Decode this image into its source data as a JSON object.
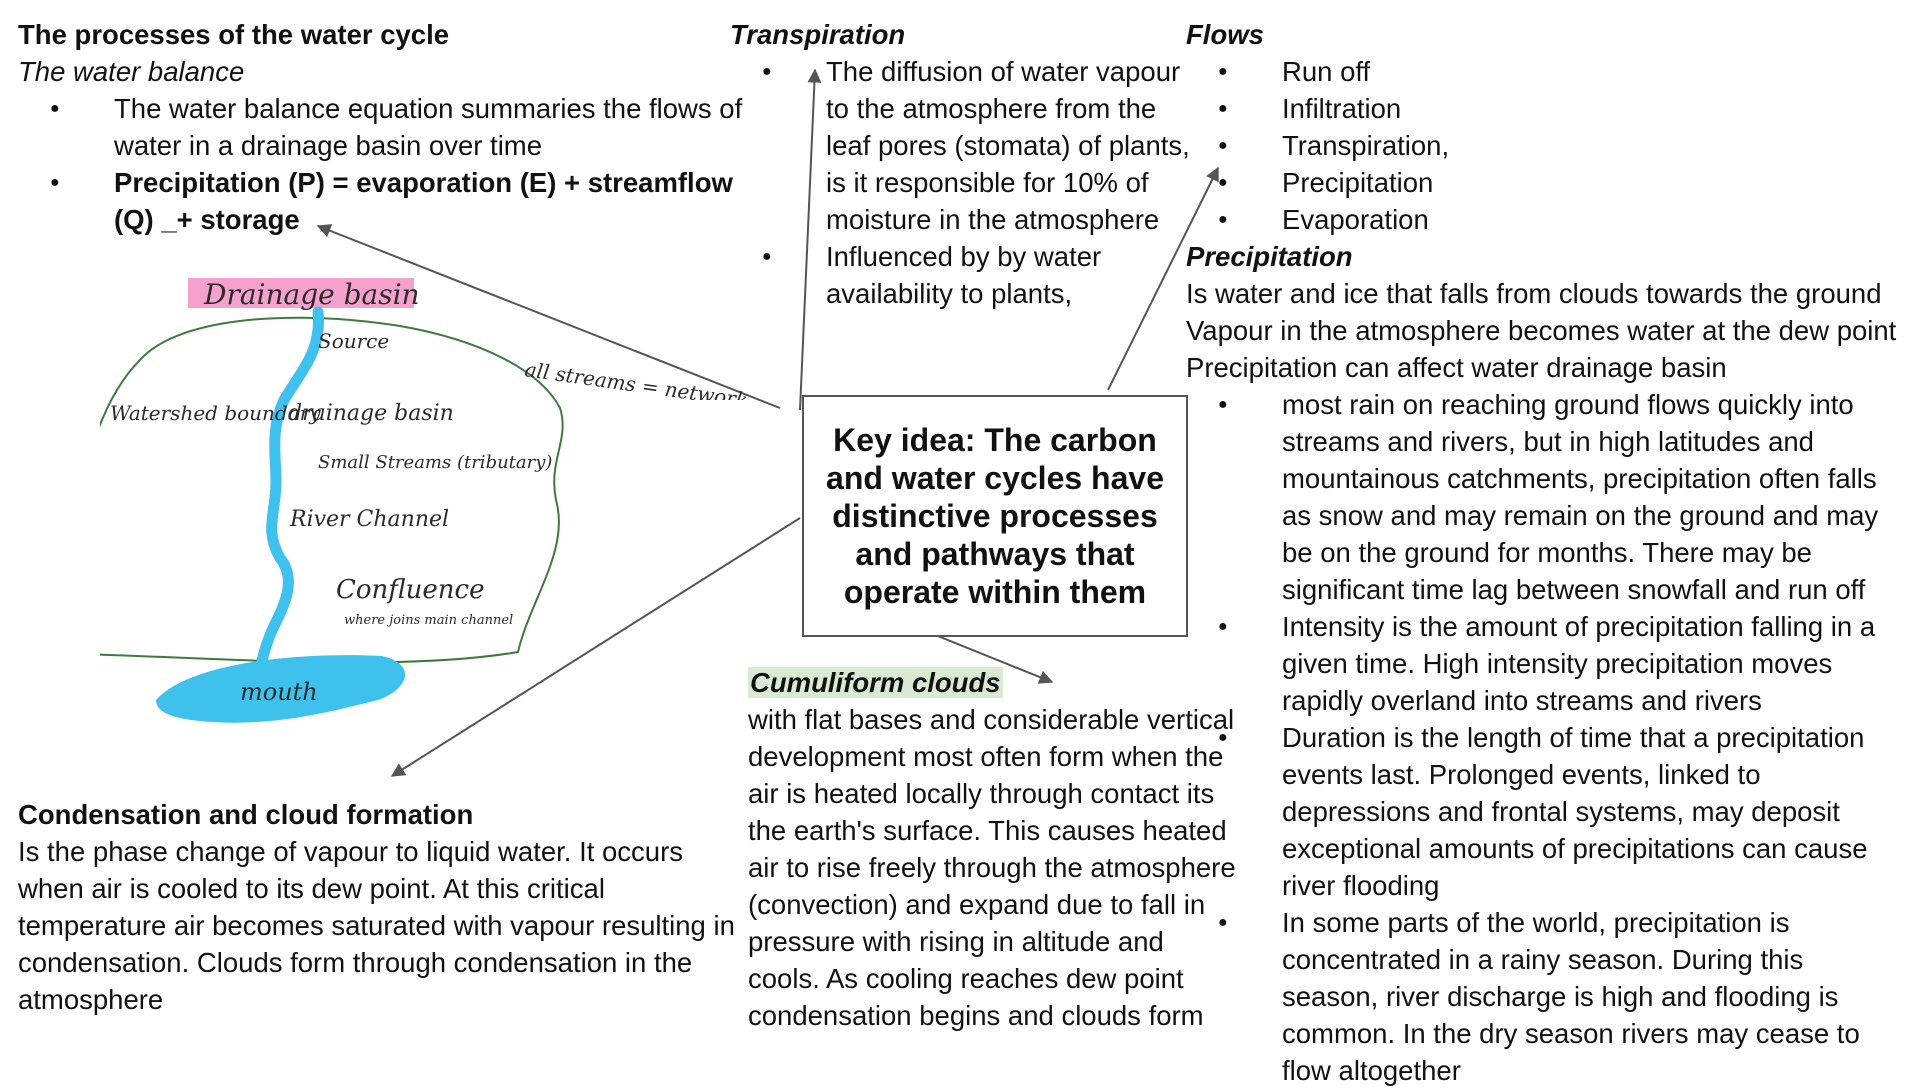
{
  "left": {
    "title": "The processes of the water cycle",
    "subtitle": "The water balance",
    "bullets": [
      "The water balance equation summaries the flows of water in a  drainage basin over time",
      "Precipitation (P) = evaporation (E) + streamflow (Q) _+ storage"
    ]
  },
  "sketch": {
    "drainage_basin": "Drainage basin",
    "source": "Source",
    "watershed": "Watershed boundary",
    "drainage_basin_lower": "drainage basin",
    "small_streams": "Small Streams (tributary)",
    "river_channel": "River Channel",
    "confluence": "Confluence",
    "confluence_note": "where joins main channel",
    "all_streams": "all streams = network",
    "mouth": "mouth",
    "river_color": "#3fc1ee",
    "highlight_color": "#f58fc4"
  },
  "transpiration": {
    "title": "Transpiration",
    "bullets": [
      "The diffusion of water vapour to the atmosphere from the leaf pores  (stomata) of plants,  is it responsible for 10% of moisture in the atmosphere",
      "Influenced by  by water availability to plants,"
    ]
  },
  "flows": {
    "title": "Flows",
    "items": [
      "Run off",
      "Infiltration",
      "Transpiration,",
      "Precipitation",
      "Evaporation"
    ]
  },
  "precipitation": {
    "title": "Precipitation",
    "lines": [
      "Is water and ice that falls  from clouds towards the ground",
      "Vapour in the atmosphere becomes water at the dew point",
      "Precipitation can affect water drainage basin"
    ],
    "bullets": [
      "most rain on reaching ground flows quickly into streams and rivers, but in high latitudes and mountainous catchments, precipitation often falls as snow and may remain on the ground and may be on the ground for months. There may be significant time lag between snowfall and run off",
      "Intensity is the amount of precipitation falling in a given time. High intensity precipitation moves rapidly overland into streams and rivers",
      "Duration is the length of time that a precipitation events last. Prolonged events, linked to depressions and frontal systems, may deposit exceptional amounts  of precipitations  can cause river flooding",
      "In some parts of the world, precipitation is concentrated in a rainy season. During this season, river discharge is high and flooding is common. In the dry season rivers may cease to flow altogether"
    ]
  },
  "key_idea": "Key idea: The carbon and water cycles  have distinctive processes and pathways that operate within them",
  "cumuliform": {
    "title": "Cumuliform clouds",
    "text": "with flat bases and considerable vertical development most often form when the air is heated locally through contact its the earth's surface. This causes heated air to rise freely through the atmosphere (convection) and expand due to fall in pressure with rising in altitude and cools. As cooling reaches dew point condensation begins and clouds form"
  },
  "condensation": {
    "title": "Condensation and cloud formation",
    "text": "Is the phase change of vapour to liquid water. It occurs when air is cooled to its dew point. At this critical temperature air becomes saturated with vapour resulting in condensation. Clouds form through condensation in the atmosphere"
  }
}
